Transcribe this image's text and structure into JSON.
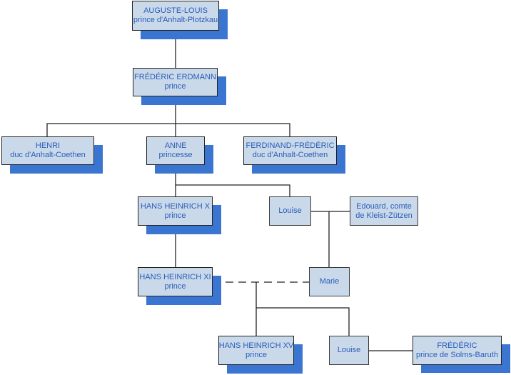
{
  "colors": {
    "box_fill": "#c9d9ea",
    "shadow": "#3a76d1",
    "text": "#2a5db8",
    "line": "#222222"
  },
  "nodes": {
    "auguste_louis": {
      "name": "AUGUSTE-LOUIS",
      "title": "prince d'Anhalt-Plotzkau"
    },
    "frederic_erdmann": {
      "name": "FRÉDÉRIC ERDMANN",
      "title": "prince"
    },
    "henri": {
      "name": "HENRI",
      "title": "duc d'Anhalt-Coethen"
    },
    "anne": {
      "name": "ANNE",
      "title": "princesse"
    },
    "ferdinand_frederic": {
      "name": "FERDINAND-FRÉDÉRIC",
      "title": "duc d'Anhalt-Coethen"
    },
    "hans_heinrich_x": {
      "name": "HANS HEINRICH X",
      "title": "prince"
    },
    "louise_1": {
      "name": "Louise"
    },
    "edouard": {
      "name": "Edouard, comte",
      "title": "de Kleist-Zützen"
    },
    "hans_heinrich_xi": {
      "name": "HANS HEINRICH XI",
      "title": "prince"
    },
    "marie": {
      "name": "Marie"
    },
    "hans_heinrich_xv": {
      "name": "HANS HEINRICH XV",
      "title": "prince"
    },
    "louise_2": {
      "name": "Louise"
    },
    "frederic_solms": {
      "name": "FRÉDÉRIC",
      "title": "prince de Solms-Baruth"
    }
  }
}
